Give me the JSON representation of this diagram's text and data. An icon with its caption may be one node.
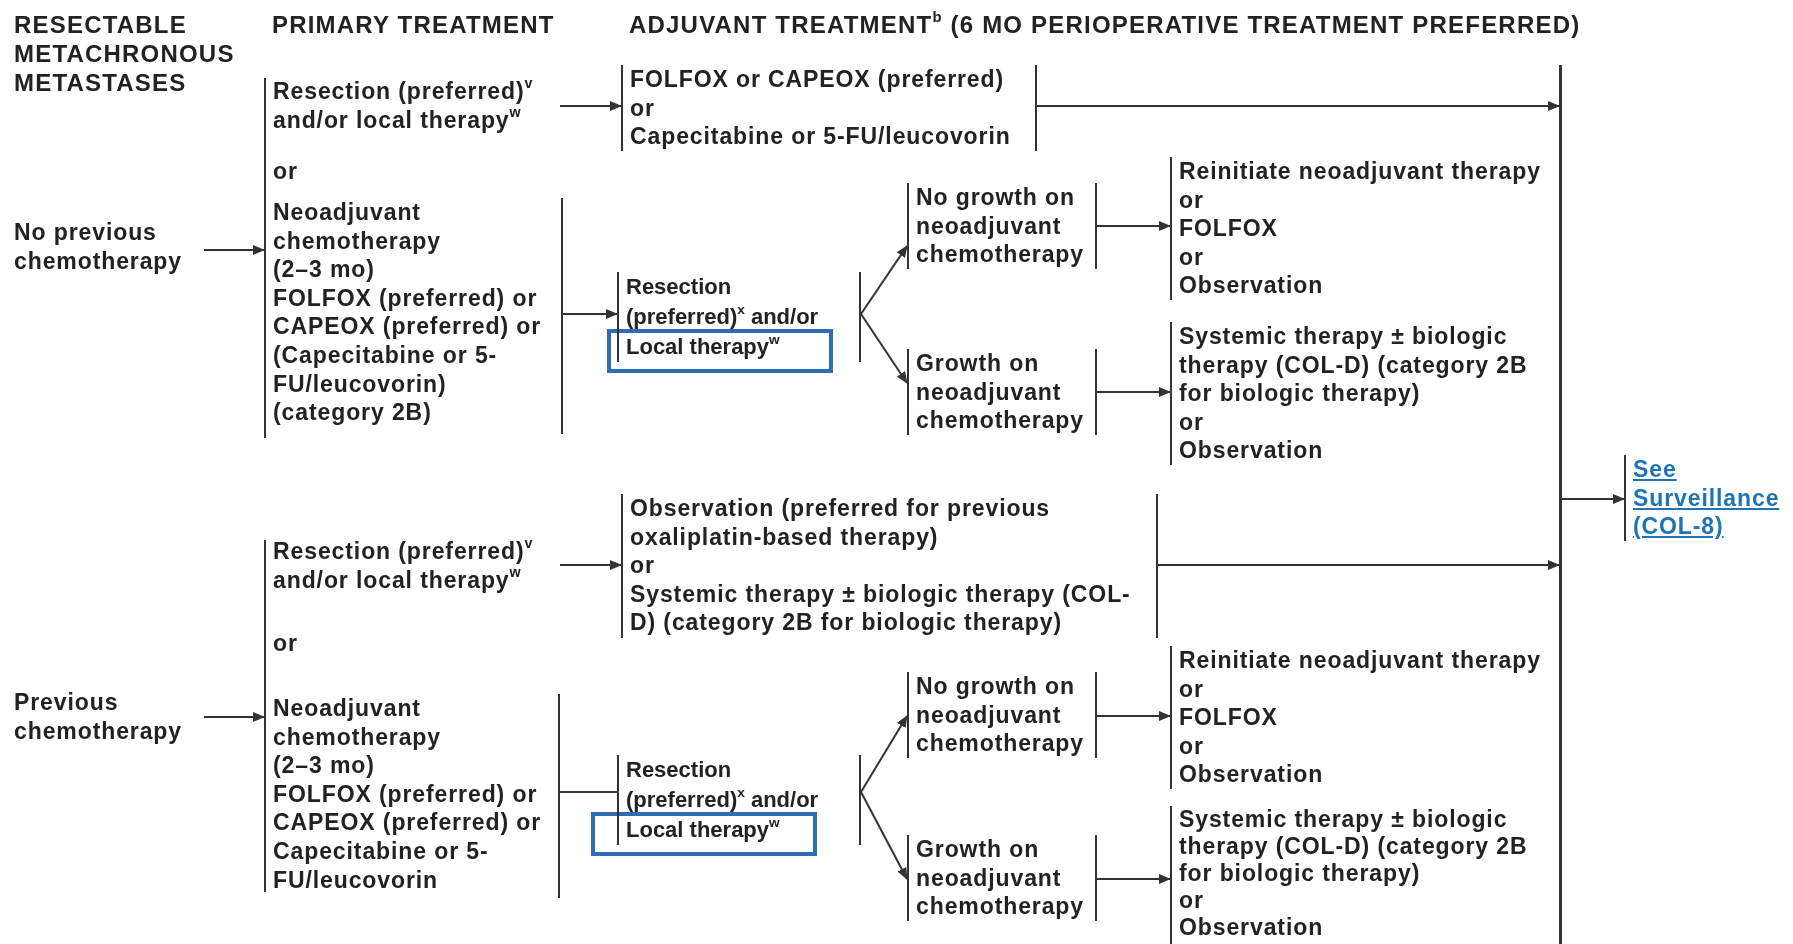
{
  "diagram": {
    "nodes": [
      {
        "text": [
          "No previous chemotherapy"
        ]
      },
      {
        "text": [
          "or"
        ]
      },
      {
        "text": [
          "Resection (preferred)$^{v}$ and/or local therapy$^{w}$"
        ],
        "in": 1
      },
      {
        "text": [
          "Neoadjuvant chemotherapy (2–3 mo)",
          "FOLFOX (preferred) or CAPEOX (preferred) or (Capecitabine or 5-FU/leucovorin) (category 2B)"
        ],
        "in": 1
      },
      {
        "text": [
          "FOLFOX or CAPEOX (preferred)",
          "or",
          "Capecitabine or 5-FU/leucovorin"
        ]
      },
      {
        "text": [
          "Resection (preferred)$^{x}$ and/or Local therapy$^{w}$"
        ]
      },
      {
        "text": [
          "No growth on neoadjuvant chemotherapy"
        ]
      },
      {
        "text": [
          "Growth on neoadjuvant chemotherapy"
        ]
      },
      {
        "text": [
          "Reinitiate neoadjuvant therapy",
          "or",
          "FOLFOX",
          "or",
          "Observation"
        ]
      },
      {
        "text": [
          "Systemic therapy ± biologic therapy (COL-D) (category 2B for biologic therapy)",
          "or",
          "Observation"
        ]
      },
      {
        "text": [
          "See Surveillance (COL-8)"
        ]
      },
      {
        "text": [
          "Previous chemotherapy"
        ]
      },
      {
        "text": [
          "or"
        ]
      },
      {
        "text": [
          "Resection (preferred)$^{v}$ and/or local therapy$^{w}$"
        ],
        "in": 12
      },
      {
        "text": [
          "Neoadjuvant chemotherapy (2–3 mo)",
          "FOLFOX (preferred) or CAPEOX (preferred) or Capecitabine or 5-FU/leucovorin"
        ],
        "in": 12
      },
      {
        "text": [
          "Observation (preferred for previous oxaliplatin-based therapy)",
          "or",
          "Systemic therapy ± biologic therapy (COL-D) (category 2B for biologic therapy)"
        ]
      },
      {
        "text": [
          "Resection (preferred)$^{x}$ and/or Local therapy$^{w}$"
        ]
      },
      {
        "text": [
          "No growth on neoadjuvant chemotherapy"
        ]
      },
      {
        "text": [
          "Growth on neoadjuvant chemotherapy"
        ]
      },
      {
        "text": [
          "Reinitiate neoadjuvant therapy",
          "or",
          "FOLFOX",
          "or",
          "Observation"
        ]
      },
      {
        "text": [
          "Systemic therapy ± biologic therapy (COL-D) (category 2B for biologic therapy)",
          "or",
          "Observation"
        ]
      },
      {
        "text": [],
        "shape": "bar"
      }
    ],
    "edges": [
      {
        "from": 0,
        "to": 1,
        "arrow": "to"
      },
      {
        "from": 2,
        "to": 4,
        "arrow": "to"
      },
      {
        "from": 3,
        "to": 5,
        "arrow": "to"
      },
      {
        "from": 5,
        "to": 6,
        "arrow": "to"
      },
      {
        "from": 5,
        "to": 7,
        "arrow": "to"
      },
      {
        "from": 6,
        "to": 8,
        "arrow": "to"
      },
      {
        "from": 7,
        "to": 9,
        "arrow": "to"
      },
      {
        "from": 4,
        "to": 21,
        "arrow": "to"
      },
      {
        "from": 21,
        "to": 10,
        "arrow": "to"
      },
      {
        "from": 11,
        "to": 12,
        "arrow": "to"
      },
      {
        "from": 13,
        "to": 15,
        "arrow": "to"
      },
      {
        "from": 14,
        "to": 16,
        "arrow": "none"
      },
      {
        "from": 16,
        "to": 17,
        "arrow": "to"
      },
      {
        "from": 16,
        "to": 18,
        "arrow": "to"
      },
      {
        "from": 17,
        "to": 19,
        "arrow": "to"
      },
      {
        "from": 18,
        "to": 20,
        "arrow": "to"
      },
      {
        "from": 15,
        "to": 21,
        "arrow": "to"
      }
    ],
    "labels": [
      "RESECTABLE METACHRONOUS METASTASES",
      "PRIMARY TREATMENT",
      "ADJUVANT TREATMENT$^{b}$ (6 MO PERIOPERATIVE TREATMENT PREFERRED)"
    ]
  }
}
